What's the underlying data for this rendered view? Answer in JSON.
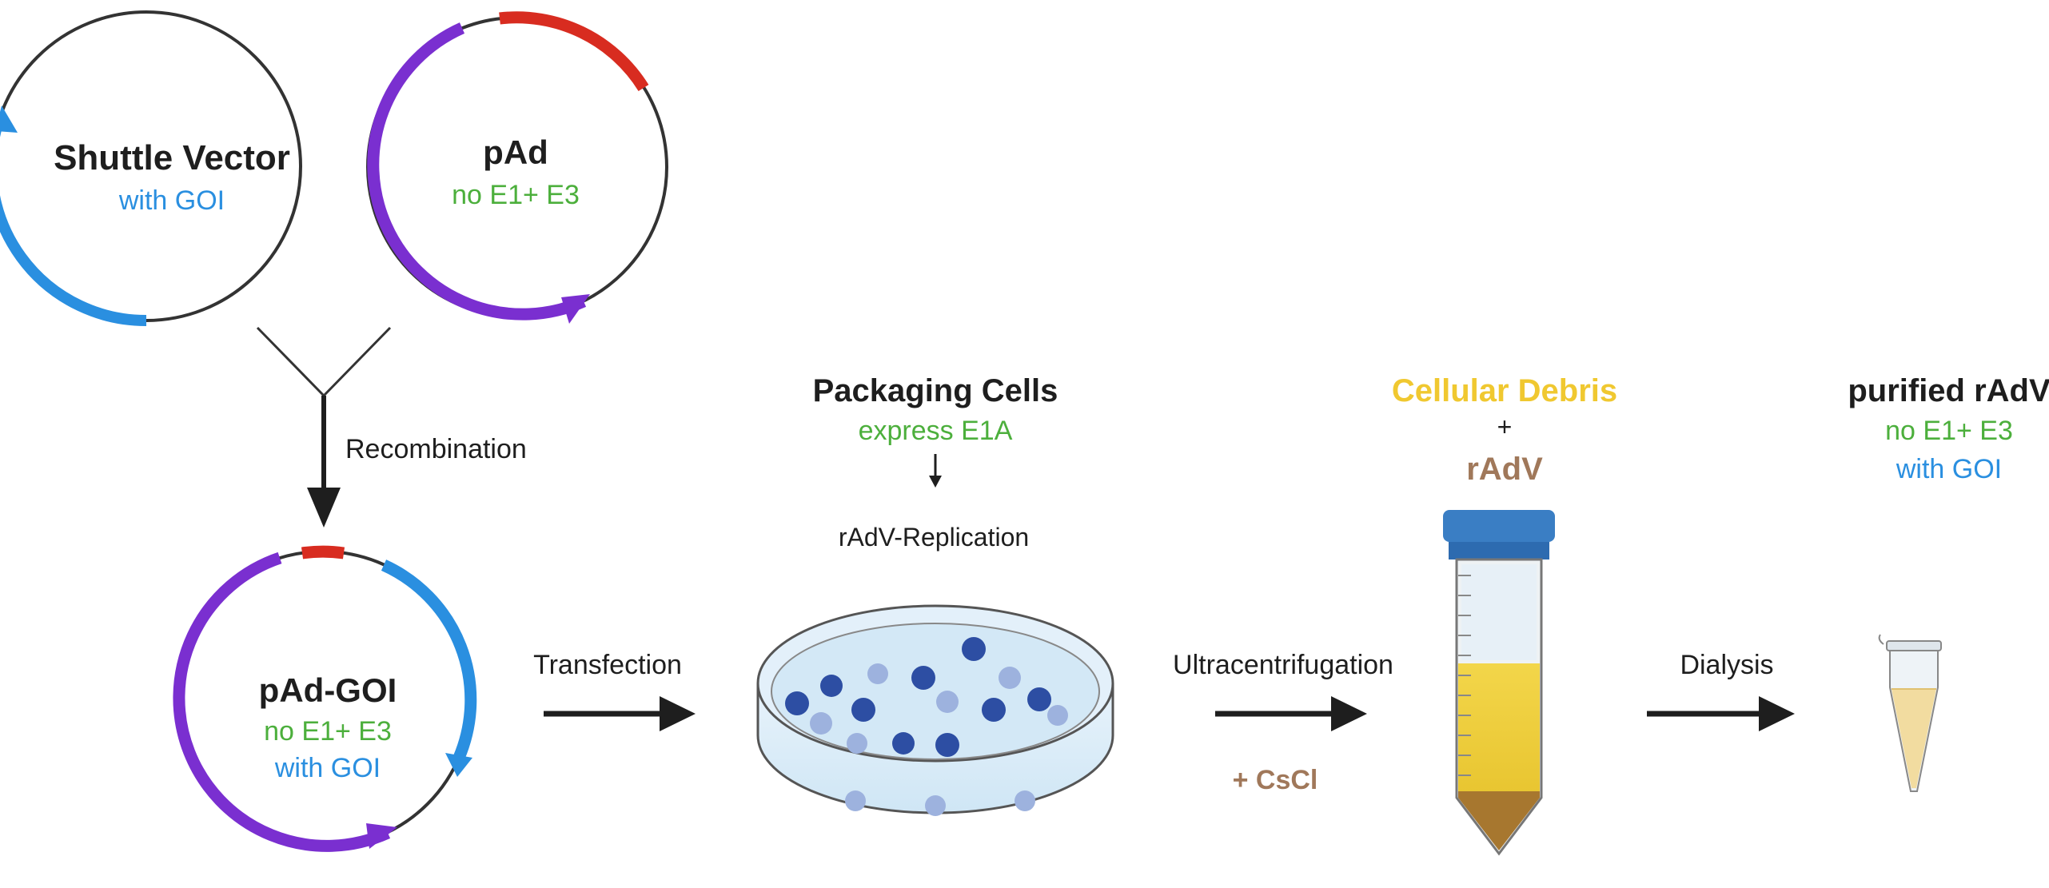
{
  "colors": {
    "blue": "#2a8fe0",
    "purple": "#7a2fd0",
    "red": "#d82c20",
    "green": "#4caf3c",
    "gold": "#f0c830",
    "brown": "#a0785a",
    "dark": "#1e1e1e"
  },
  "shuttle": {
    "title": "Shuttle Vector",
    "sub": "with GOI"
  },
  "pad": {
    "title": "pAd",
    "sub": "no E1+ E3"
  },
  "recombination": "Recombination",
  "pad_goi": {
    "title": "pAd-GOI",
    "sub1": "no E1+ E3",
    "sub2": "with GOI"
  },
  "transfection": "Transfection",
  "packaging": {
    "title": "Packaging Cells",
    "sub": "express E1A",
    "replication": "rAdV-Replication"
  },
  "ultracentrifugation": {
    "label": "Ultracentrifugation",
    "reagent": "+ CsCl"
  },
  "debris": {
    "title": "Cellular Debris",
    "plus": "+",
    "radv": "rAdV"
  },
  "dialysis": "Dialysis",
  "purified": {
    "title": "purified rAdV",
    "sub1": "no E1+ E3",
    "sub2": "with GOI"
  },
  "icons": [
    "plasmid-icon",
    "petri-dish-icon",
    "centrifuge-tube-icon",
    "microtube-icon",
    "arrow-right-icon"
  ]
}
